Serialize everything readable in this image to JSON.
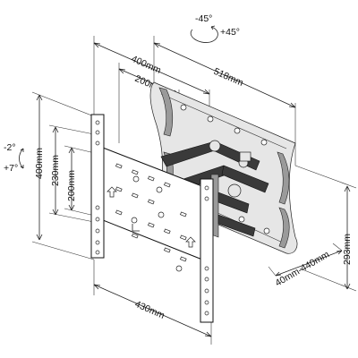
{
  "rotation": {
    "left_label": "-45°",
    "right_label": "+45°"
  },
  "tilt": {
    "top_label": "-2°",
    "bottom_label": "+7°"
  },
  "dimensions": {
    "width_518": "518mm",
    "width_400": "400mm",
    "width_200": "200mm",
    "height_400": "400mm",
    "height_230": "230mm",
    "height_200": "200mm",
    "width_430": "430mm",
    "height_293": "293mm",
    "depth": "40mm-440mm"
  },
  "colors": {
    "line": "#222222",
    "arm": "#3a3a3a",
    "background": "#ffffff"
  }
}
